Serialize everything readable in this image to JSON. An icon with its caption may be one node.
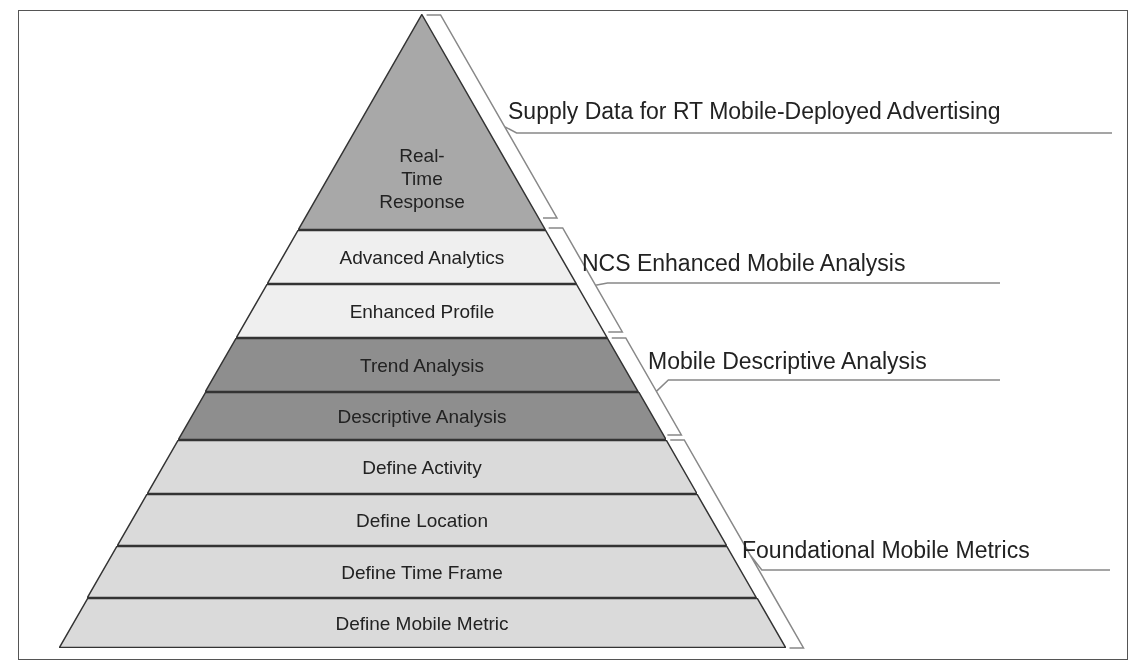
{
  "diagram": {
    "nodes": [
      {
        "text": [
          "Real- Time Response"
        ]
      },
      {
        "text": [
          "Advanced Analytics"
        ]
      },
      {
        "text": [
          "Enhanced Profile"
        ]
      },
      {
        "text": [
          "Trend Analysis"
        ]
      },
      {
        "text": [
          "Descriptive Analysis"
        ]
      },
      {
        "text": [
          "Define Activity"
        ]
      },
      {
        "text": [
          "Define Location"
        ]
      },
      {
        "text": [
          "Define Time Frame"
        ]
      },
      {
        "text": [
          "Define Mobile Metric"
        ]
      }
    ],
    "edges": [],
    "labels": [
      "Supply Data for RT Mobile-Deployed Advertising",
      "NCS Enhanced Mobile Analysis",
      "Mobile Descriptive Analysis",
      "Foundational Mobile Metrics"
    ]
  }
}
